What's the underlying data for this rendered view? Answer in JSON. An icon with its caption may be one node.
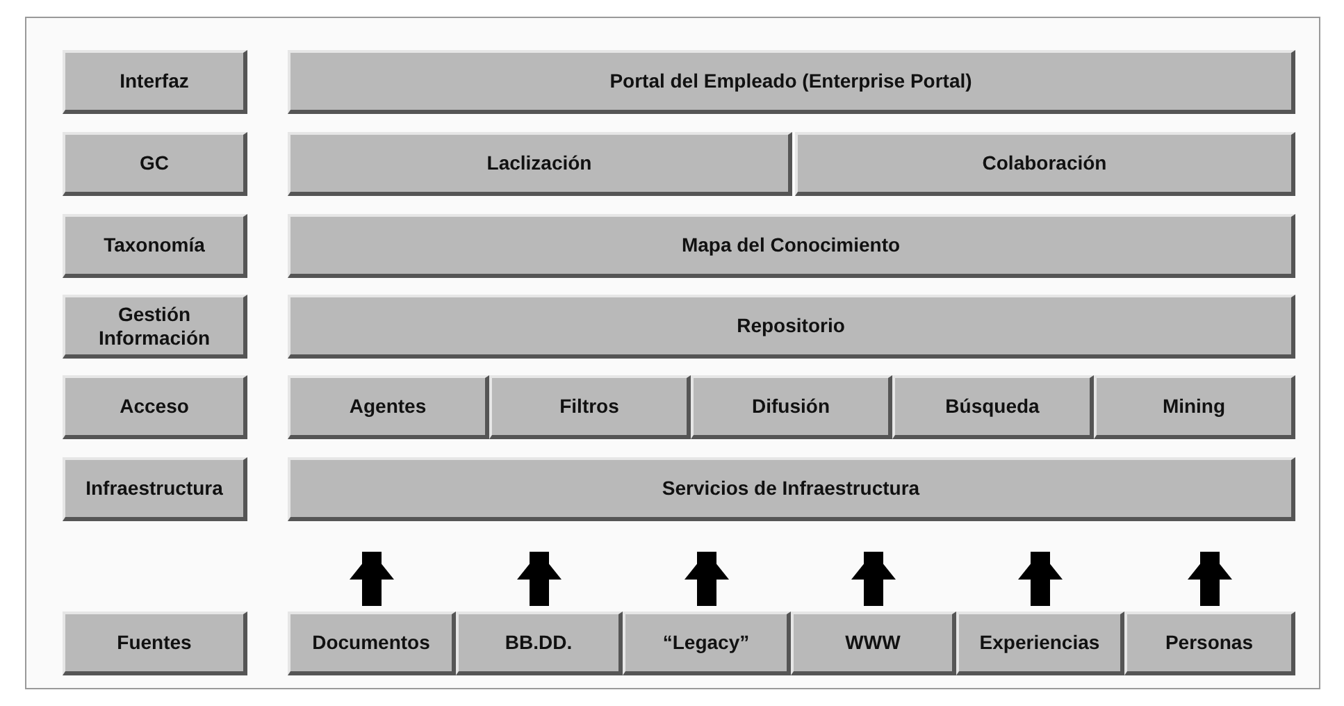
{
  "diagram": {
    "nodes": [
      {
        "text": [
          "Interfaz"
        ]
      },
      {
        "text": [
          "Portal del Empleado (Enterprise Portal)"
        ]
      },
      {
        "text": [
          "GC"
        ]
      },
      {
        "text": [
          "Laclización"
        ]
      },
      {
        "text": [
          "Colaboración"
        ]
      },
      {
        "text": [
          "Taxonomía"
        ]
      },
      {
        "text": [
          "Mapa del Conocimiento"
        ]
      },
      {
        "text": [
          "Gestión Información"
        ]
      },
      {
        "text": [
          "Repositorio"
        ]
      },
      {
        "text": [
          "Acceso"
        ]
      },
      {
        "text": [
          "Agentes"
        ]
      },
      {
        "text": [
          "Filtros"
        ]
      },
      {
        "text": [
          "Difusión"
        ]
      },
      {
        "text": [
          "Búsqueda"
        ]
      },
      {
        "text": [
          "Mining"
        ]
      },
      {
        "text": [
          "Infraestructura"
        ]
      },
      {
        "text": [
          "Servicios de Infraestructura"
        ]
      },
      {
        "text": [
          "Fuentes"
        ]
      },
      {
        "text": [
          "Documentos"
        ]
      },
      {
        "text": [
          "BB.DD."
        ]
      },
      {
        "text": [
          "“Legacy”"
        ]
      },
      {
        "text": [
          "WWW"
        ]
      },
      {
        "text": [
          "Experiencias"
        ]
      },
      {
        "text": [
          "Personas"
        ]
      }
    ],
    "edges": [
      {
        "from": 18,
        "to": 16,
        "arrow": "to"
      },
      {
        "from": 19,
        "to": 16,
        "arrow": "to"
      },
      {
        "from": 20,
        "to": 16,
        "arrow": "to"
      },
      {
        "from": 21,
        "to": 16,
        "arrow": "to"
      },
      {
        "from": 22,
        "to": 16,
        "arrow": "to"
      },
      {
        "from": 23,
        "to": 16,
        "arrow": "to"
      }
    ]
  }
}
